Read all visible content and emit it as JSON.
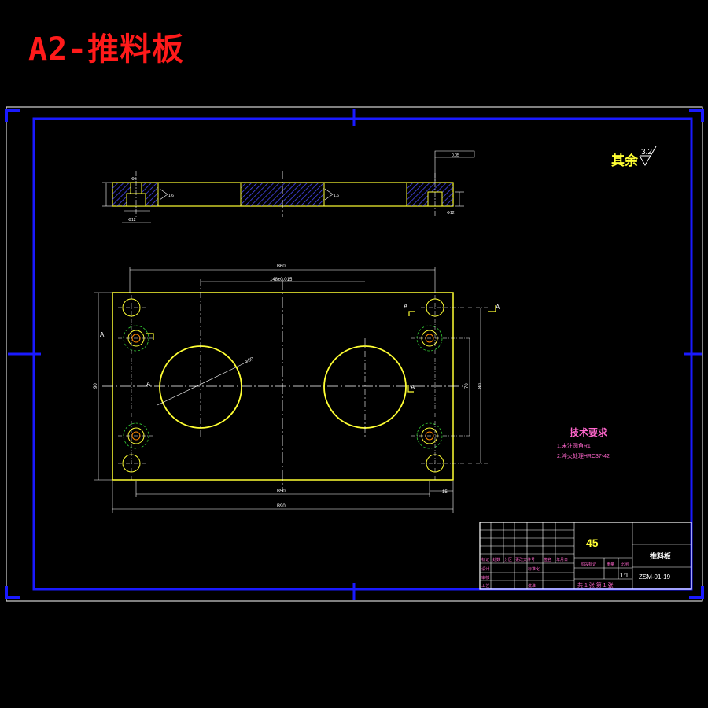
{
  "drawing_title": "A2-推料板",
  "surface_finish": {
    "prefix": "其余",
    "value": "3.2"
  },
  "flatness_frame": "0.05",
  "tech_requirements": {
    "heading": "技术要求",
    "items": [
      "1.未注圆角R1",
      "2.淬火处理HRC37-42"
    ]
  },
  "section_labels": {
    "left": "A",
    "right": "A",
    "right_top": "A",
    "right_top2": "A",
    "mid": "A"
  },
  "dimensions": {
    "top_overall": "B60",
    "top_inner": "148±0.015",
    "bottom_inner": "B50",
    "bottom_overall": "B90",
    "bottom_right": "15",
    "left_height": "90",
    "right_height_outer": "80",
    "right_height_inner": "70",
    "diameter": "Φ50",
    "side_top": "Φ5",
    "side_bottom": "Φ12",
    "side_right": "Φ12",
    "side_roughness": "1.6"
  },
  "title_block": {
    "material": "45",
    "part_name": "推料板",
    "scale": "1:1",
    "drawing_no": "ZSM-01-19",
    "sheet_info": "共 1 张  第 1 张",
    "row_labels": [
      "标记",
      "处数",
      "分区",
      "更改文件号",
      "签名",
      "年月日"
    ],
    "labels": {
      "design": "设计",
      "standard": "标准化",
      "review": "审核",
      "process": "工艺",
      "approve": "批准",
      "stage": "阶段标记",
      "weight": "重量",
      "scale": "比例"
    }
  }
}
